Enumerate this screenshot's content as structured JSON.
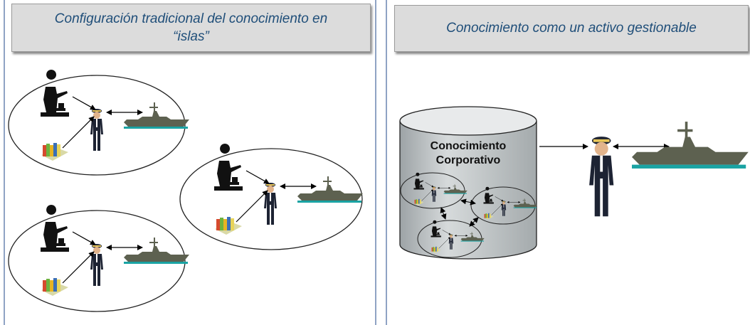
{
  "left_panel": {
    "title_line1": "Configuración tradicional del conocimiento en",
    "title_line2": "“islas”"
  },
  "right_panel": {
    "title": "Conocimiento como un activo gestionable",
    "repository_label_line1": "Conocimiento",
    "repository_label_line2": "Corporativo"
  },
  "colors": {
    "title_text": "#1f4e79",
    "title_bg": "#dcdcdc",
    "panel_border": "#8fa3c4",
    "cylinder_body": "#bfc4c6",
    "ship": "#5d6150"
  }
}
